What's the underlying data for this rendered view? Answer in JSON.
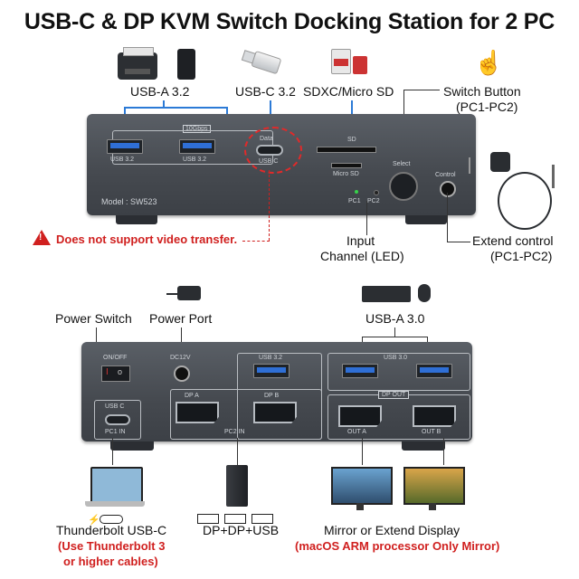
{
  "title": "USB-C & DP KVM Switch Docking Station for 2 PC",
  "front": {
    "labels": {
      "usb_a": "USB-A 3.2",
      "usb_c": "USB-C 3.2",
      "sd": "SDXC/Micro SD",
      "switch_button": "Switch Button",
      "switch_button_sub": "(PC1-PC2)",
      "input": "Input",
      "input_sub": "Channel (LED)",
      "extend": "Extend control",
      "extend_sub": "(PC1-PC2)",
      "warning": "Does not support video transfer."
    },
    "silk": {
      "speed": "10Gbps",
      "usb1": "USB 3.2",
      "usb2": "USB 3.2",
      "data": "Data",
      "usbc": "USB C",
      "sd": "SD",
      "microsd": "Micro SD",
      "select": "Select",
      "control": "Control",
      "pc1": "PC1",
      "pc2": "PC2",
      "model": "Model : SW523"
    }
  },
  "back": {
    "labels": {
      "power_switch": "Power Switch",
      "power_port": "Power Port",
      "usb_a30": "USB-A 3.0",
      "thunderbolt": "Thunderbolt USB-C",
      "thunderbolt_note1": "(Use Thunderbolt 3",
      "thunderbolt_note2": "or higher cables)",
      "dpdpusb": "DP+DP+USB",
      "mirror": "Mirror or Extend Display",
      "mirror_note": "(macOS ARM processor Only Mirror)"
    },
    "silk": {
      "onoff": "ON/OFF",
      "dc": "DC12V",
      "usb32": "USB 3.2",
      "usb30": "USB 3.0",
      "dpa": "DP A",
      "dpb": "DP B",
      "pc2in": "PC2 IN",
      "usbc": "USB C",
      "pc1in": "PC1 IN",
      "dpout": "DP OUT",
      "outa": "OUT A",
      "outb": "OUT B"
    }
  },
  "colors": {
    "accent_blue": "#2c7ad6",
    "warning_red": "#d0201f",
    "device_gray": "#4a4e54"
  }
}
